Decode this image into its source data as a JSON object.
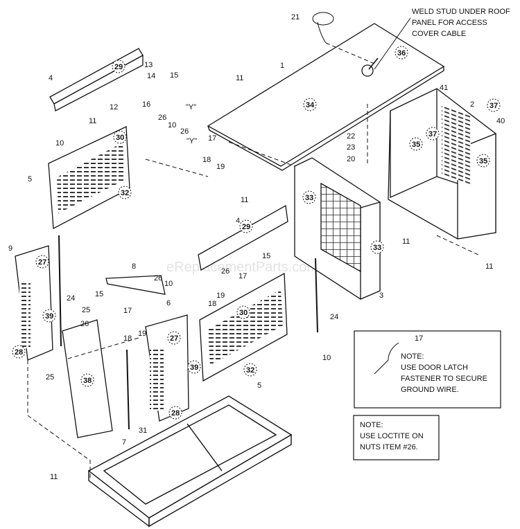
{
  "notes": {
    "weld_stud": [
      "WELD STUD UNDER ROOF",
      "PANEL FOR ACCESS",
      "COVER CABLE"
    ],
    "door_latch": [
      "NOTE:",
      "USE DOOR LATCH",
      "FASTENER TO SECURE",
      "GROUND WIRE."
    ],
    "door_latch_ref": "17",
    "loctite": [
      "NOTE:",
      "USE LOCTITE ON",
      "NUTS ITEM #26."
    ]
  },
  "watermark": "eReplacementParts.com",
  "parts": [
    {
      "label": "21"
    },
    {
      "label": "1"
    },
    {
      "label": "36"
    },
    {
      "label": "34"
    },
    {
      "label": "11"
    },
    {
      "label": "4"
    },
    {
      "label": "29"
    },
    {
      "label": "13"
    },
    {
      "label": "14"
    },
    {
      "label": "15"
    },
    {
      "label": "16"
    },
    {
      "label": "12"
    },
    {
      "label": "11"
    },
    {
      "label": "\"Y\""
    },
    {
      "label": "10"
    },
    {
      "label": "30"
    },
    {
      "label": "5"
    },
    {
      "label": "32"
    },
    {
      "label": "26"
    },
    {
      "label": "10"
    },
    {
      "label": "26"
    },
    {
      "label": "\"Y\""
    },
    {
      "label": "17"
    },
    {
      "label": "18"
    },
    {
      "label": "19"
    },
    {
      "label": "41"
    },
    {
      "label": "2"
    },
    {
      "label": "37"
    },
    {
      "label": "40"
    },
    {
      "label": "37"
    },
    {
      "label": "35"
    },
    {
      "label": "35"
    },
    {
      "label": "22"
    },
    {
      "label": "23"
    },
    {
      "label": "20"
    },
    {
      "label": "11"
    },
    {
      "label": "4"
    },
    {
      "label": "29"
    },
    {
      "label": "33"
    },
    {
      "label": "33"
    },
    {
      "label": "11"
    },
    {
      "label": "11"
    },
    {
      "label": "3"
    },
    {
      "label": "9"
    },
    {
      "label": "27"
    },
    {
      "label": "39"
    },
    {
      "label": "28"
    },
    {
      "label": "24"
    },
    {
      "label": "8"
    },
    {
      "label": "15"
    },
    {
      "label": "26"
    },
    {
      "label": "10"
    },
    {
      "label": "26"
    },
    {
      "label": "17"
    },
    {
      "label": "19"
    },
    {
      "label": "18"
    },
    {
      "label": "25"
    },
    {
      "label": "26"
    },
    {
      "label": "17"
    },
    {
      "label": "19"
    },
    {
      "label": "18"
    },
    {
      "label": "15"
    },
    {
      "label": "6"
    },
    {
      "label": "27"
    },
    {
      "label": "39"
    },
    {
      "label": "28"
    },
    {
      "label": "38"
    },
    {
      "label": "7"
    },
    {
      "label": "31"
    },
    {
      "label": "25"
    },
    {
      "label": "30"
    },
    {
      "label": "32"
    },
    {
      "label": "5"
    },
    {
      "label": "24"
    },
    {
      "label": "10"
    },
    {
      "label": "11"
    }
  ]
}
